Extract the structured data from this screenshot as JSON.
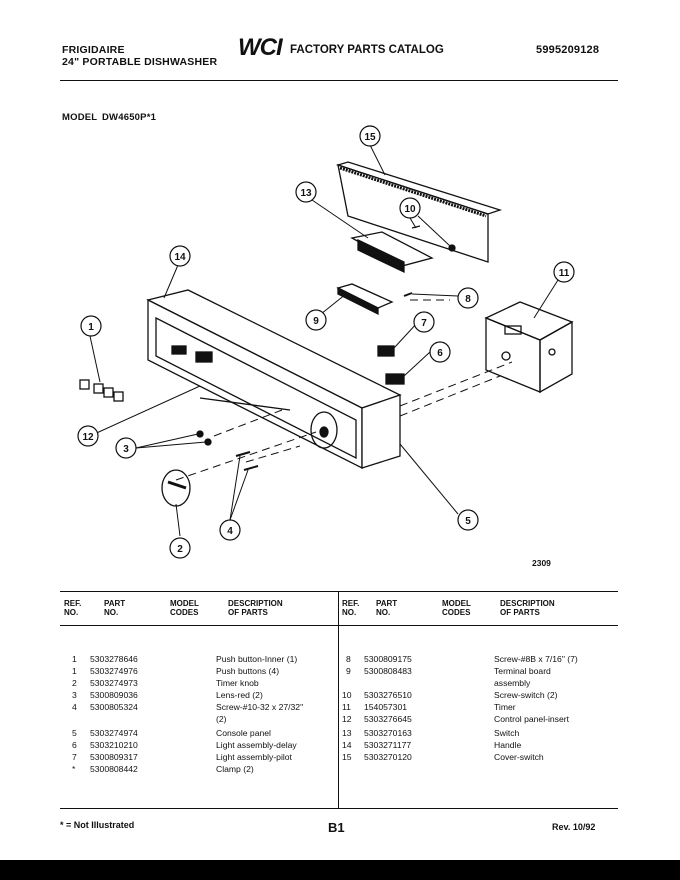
{
  "header": {
    "brand": "FRIGIDAIRE",
    "product": "24\" PORTABLE DISHWASHER",
    "logo": "WCI",
    "catalog_title": "FACTORY PARTS CATALOG",
    "catalog_number": "5995209128",
    "model_label": "MODEL",
    "model_number": "DW4650P*1"
  },
  "diagram": {
    "callouts": [
      "1",
      "2",
      "3",
      "4",
      "5",
      "6",
      "7",
      "8",
      "9",
      "10",
      "11",
      "12",
      "13",
      "14",
      "15"
    ],
    "figure_number": "2309"
  },
  "table": {
    "headers": {
      "ref_no": "REF.\nNO.",
      "part_no": "PART\nNO.",
      "model_codes": "MODEL\nCODES",
      "description": "DESCRIPTION\nOF PARTS"
    },
    "left_rows": [
      {
        "ref": "1",
        "part": "5303278646",
        "desc": "Push button-Inner (1)"
      },
      {
        "ref": "1",
        "part": "5303274976",
        "desc": "Push buttons (4)"
      },
      {
        "ref": "2",
        "part": "5303274973",
        "desc": "Timer knob"
      },
      {
        "ref": "3",
        "part": "5300809036",
        "desc": "Lens-red (2)"
      },
      {
        "ref": "4",
        "part": "5300805324",
        "desc": "Screw-#10-32 x 27/32\""
      },
      {
        "ref": "",
        "part": "",
        "desc": "(2)"
      },
      {
        "ref": "5",
        "part": "5303274974",
        "desc": "Console panel"
      },
      {
        "ref": "6",
        "part": "5303210210",
        "desc": "Light assembly-delay"
      },
      {
        "ref": "7",
        "part": "5300809317",
        "desc": "Light assembly-pilot"
      },
      {
        "ref": "*",
        "part": "5300808442",
        "desc": "Clamp (2)"
      }
    ],
    "right_rows": [
      {
        "ref": "8",
        "part": "5300809175",
        "desc": "Screw-#8B x 7/16\" (7)"
      },
      {
        "ref": "9",
        "part": "5300808483",
        "desc": "Terminal board"
      },
      {
        "ref": "",
        "part": "",
        "desc": "assembly"
      },
      {
        "ref": "10",
        "part": "5303276510",
        "desc": "Screw-switch (2)"
      },
      {
        "ref": "11",
        "part": "154057301",
        "desc": "Timer"
      },
      {
        "ref": "12",
        "part": "5303276645",
        "desc": "Control panel-insert"
      },
      {
        "ref": "13",
        "part": "5303270163",
        "desc": "Switch"
      },
      {
        "ref": "14",
        "part": "5303271177",
        "desc": "Handle"
      },
      {
        "ref": "15",
        "part": "5303270120",
        "desc": "Cover-switch"
      }
    ]
  },
  "footer": {
    "note": "* = Not Illustrated",
    "page": "B1",
    "revision": "Rev. 10/92"
  }
}
